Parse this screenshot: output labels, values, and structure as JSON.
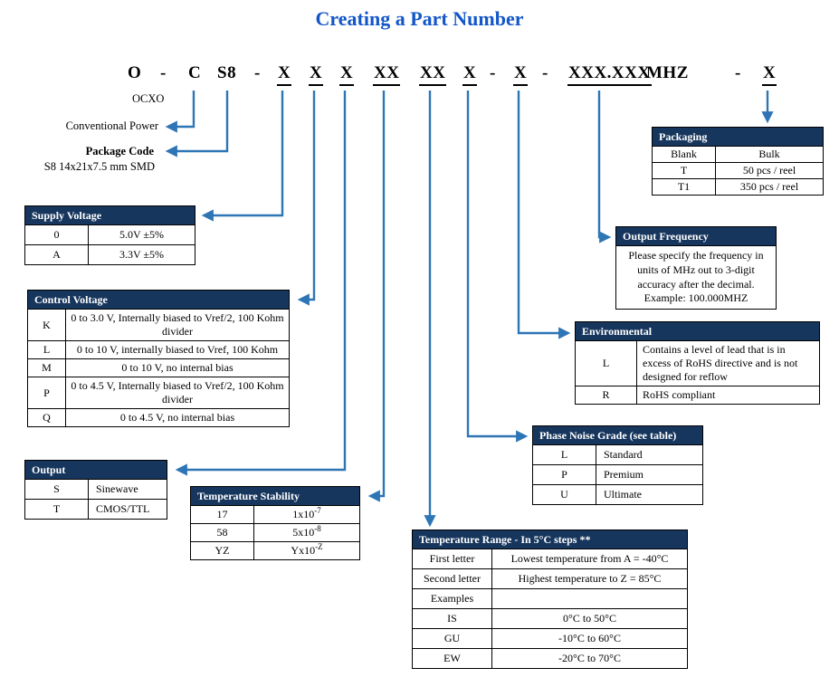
{
  "title": "Creating a Part Number",
  "part_number": {
    "tokens": [
      {
        "text": "O"
      },
      {
        "text": "-"
      },
      {
        "text": "C"
      },
      {
        "text": "S8"
      },
      {
        "text": "-"
      },
      {
        "text": "X"
      },
      {
        "text": "X"
      },
      {
        "text": "X"
      },
      {
        "text": "XX"
      },
      {
        "text": "XX"
      },
      {
        "text": "X"
      },
      {
        "text": "-"
      },
      {
        "text": "X"
      },
      {
        "text": "-"
      },
      {
        "text": "XXX.XXX"
      },
      {
        "text": "MHZ"
      },
      {
        "text": "-"
      },
      {
        "text": "X"
      }
    ]
  },
  "labels": {
    "ocxo": "OCXO",
    "conventional_power": "Conventional Power",
    "package_code": "Package Code",
    "package_description": "S8 14x21x7.5 mm SMD"
  },
  "tables": {
    "supply_voltage": {
      "header": "Supply Voltage",
      "rows": [
        [
          "0",
          "5.0V ±5%"
        ],
        [
          "A",
          "3.3V ±5%"
        ]
      ]
    },
    "control_voltage": {
      "header": "Control Voltage",
      "rows": [
        [
          "K",
          "0 to 3.0 V, Internally biased to Vref/2, 100 Kohm divider"
        ],
        [
          "L",
          "0 to 10 V, internally biased to Vref, 100 Kohm"
        ],
        [
          "M",
          "0 to 10 V, no internal bias"
        ],
        [
          "P",
          "0 to 4.5 V, Internally biased to Vref/2, 100 Kohm divider"
        ],
        [
          "Q",
          "0 to 4.5 V, no internal bias"
        ]
      ]
    },
    "output": {
      "header": "Output",
      "rows": [
        [
          "S",
          "Sinewave"
        ],
        [
          "T",
          "CMOS/TTL"
        ]
      ]
    },
    "temperature_stability": {
      "header": "Temperature Stability",
      "rows": [
        [
          "17",
          "1x10^-7"
        ],
        [
          "58",
          "5x10^-8"
        ],
        [
          "YZ",
          "Yx10^-Z"
        ]
      ]
    },
    "temperature_range": {
      "header": "Temperature Range - In 5°C steps **",
      "rows": [
        [
          "First letter",
          "Lowest temperature from A = -40°C"
        ],
        [
          "Second letter",
          "Highest temperature to Z = 85°C"
        ],
        [
          "Examples",
          ""
        ],
        [
          "IS",
          "0°C to 50°C"
        ],
        [
          "GU",
          "-10°C to 60°C"
        ],
        [
          "EW",
          "-20°C to 70°C"
        ]
      ]
    },
    "phase_noise_grade": {
      "header": "Phase Noise Grade (see table)",
      "rows": [
        [
          "L",
          "Standard"
        ],
        [
          "P",
          "Premium"
        ],
        [
          "U",
          "Ultimate"
        ]
      ]
    },
    "environmental": {
      "header": "Environmental",
      "rows": [
        [
          "L",
          "Contains a level of lead that is in excess of RoHS directive and is not designed for reflow"
        ],
        [
          "R",
          "RoHS compliant"
        ]
      ]
    },
    "output_frequency": {
      "header": "Output Frequency",
      "body": "Please specify the frequency in units of MHz out to 3-digit accuracy after the decimal. Example: 100.000MHZ"
    },
    "packaging": {
      "header": "Packaging",
      "rows": [
        [
          "Blank",
          "Bulk"
        ],
        [
          "T",
          "50 pcs / reel"
        ],
        [
          "T1",
          "350 pcs / reel"
        ]
      ]
    }
  },
  "colors": {
    "title_blue": "#1256C8",
    "table_header_bg": "#17365D",
    "arrow_blue": "#2E75B6"
  }
}
